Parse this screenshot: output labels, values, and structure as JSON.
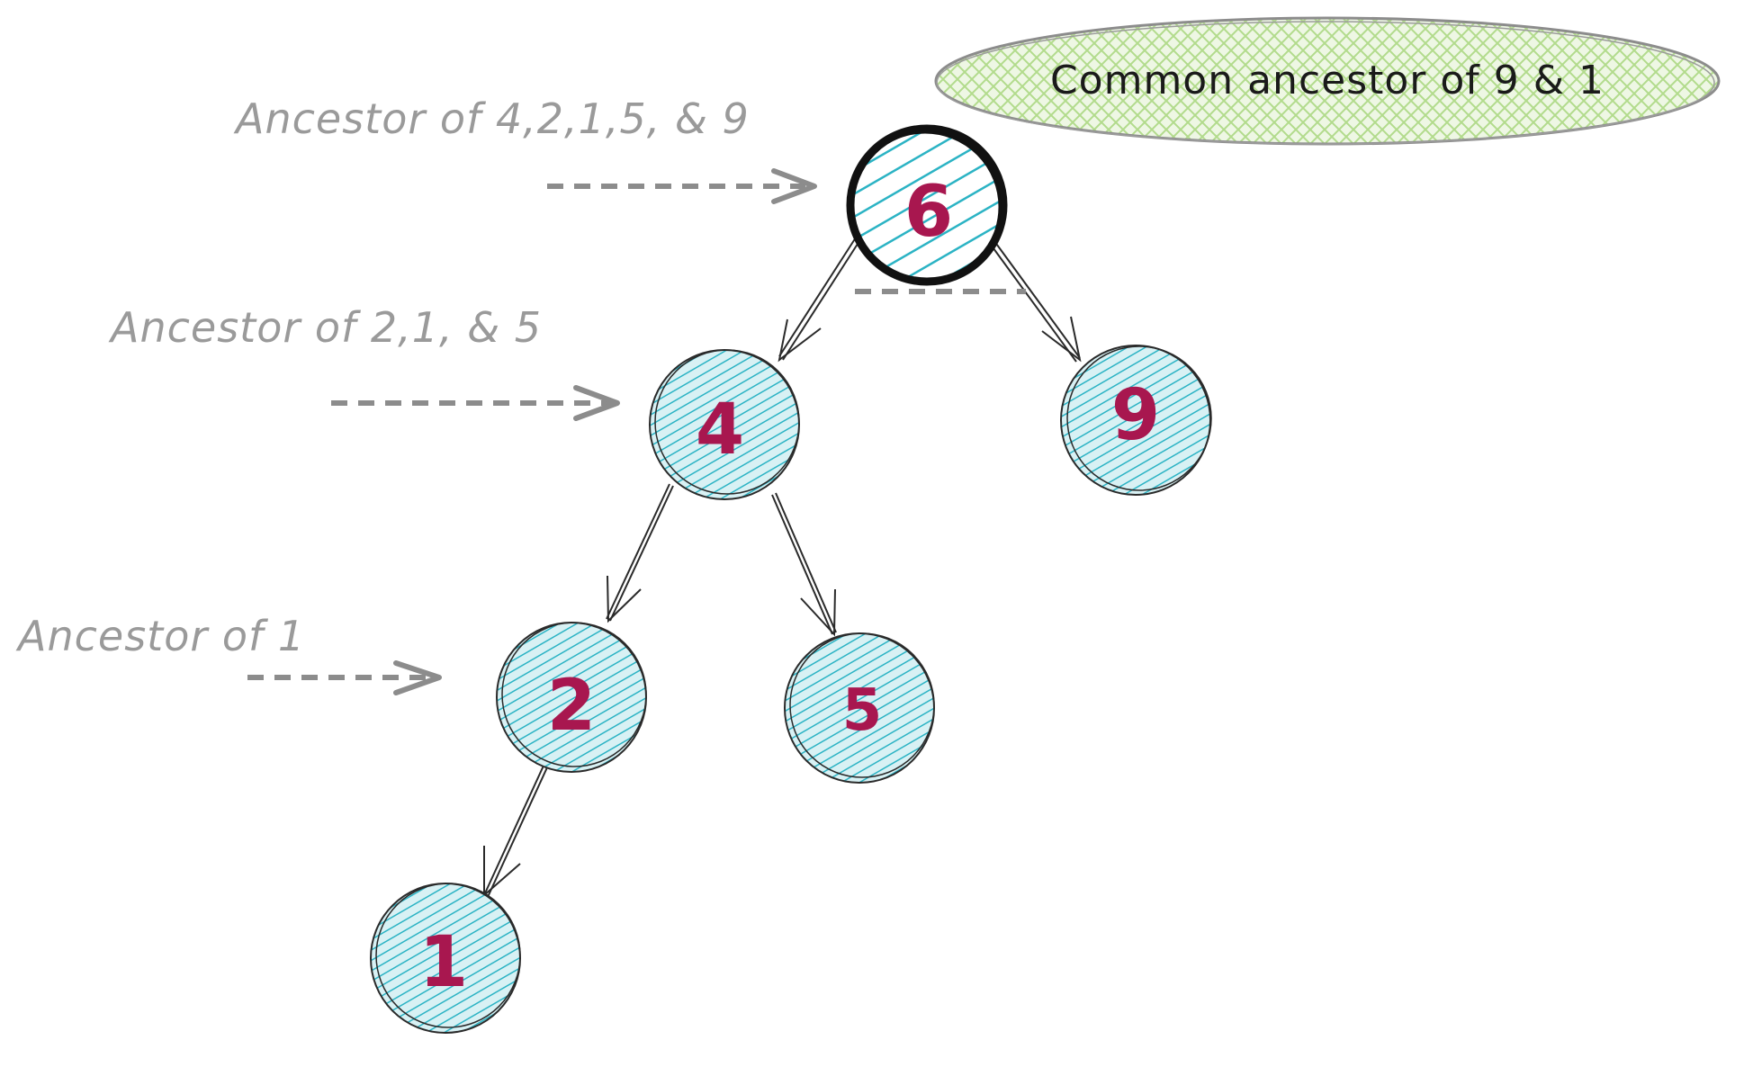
{
  "nodes": [
    {
      "id": "6",
      "label": "6",
      "highlight": true
    },
    {
      "id": "4",
      "label": "4",
      "highlight": false
    },
    {
      "id": "9",
      "label": "9",
      "highlight": false
    },
    {
      "id": "2",
      "label": "2",
      "highlight": false
    },
    {
      "id": "5",
      "label": "5",
      "highlight": false
    },
    {
      "id": "1",
      "label": "1",
      "highlight": false
    }
  ],
  "edges": [
    {
      "from": "6",
      "to": "4"
    },
    {
      "from": "6",
      "to": "9"
    },
    {
      "from": "4",
      "to": "2"
    },
    {
      "from": "4",
      "to": "5"
    },
    {
      "from": "2",
      "to": "1"
    }
  ],
  "annotations": {
    "ancestor_6": "Ancestor of 4,2,1,5, & 9",
    "ancestor_4": "Ancestor of 2,1, & 5",
    "ancestor_2": "Ancestor of 1"
  },
  "callout": {
    "text": "Common ancestor of 9 & 1"
  },
  "colors": {
    "node_fill": "#2bb3c4",
    "node_stroke": "#2a2a2a",
    "label": "#a8174f",
    "annotation": "#9a9a9a",
    "callout_fill": "#c8e6a8",
    "callout_stroke": "#8c8c8c"
  }
}
